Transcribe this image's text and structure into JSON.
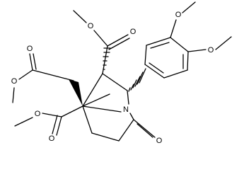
{
  "molecule": {
    "atoms": {
      "nitrogen": "N",
      "carbonyl_oxygen": "O",
      "ester_top": {
        "carbonyl_o": "O",
        "ether_o": "O"
      },
      "ester_left_upper": {
        "carbonyl_o": "O",
        "ether_o": "O"
      },
      "ester_left_lower": {
        "carbonyl_o": "O",
        "ether_o": "O"
      },
      "methoxy_3": "O",
      "methoxy_4": "O"
    },
    "stereo": {
      "wedge_bonds": 1,
      "hashed_bonds": 2
    },
    "colors": {
      "line": "#000000",
      "background": "#ffffff"
    }
  }
}
